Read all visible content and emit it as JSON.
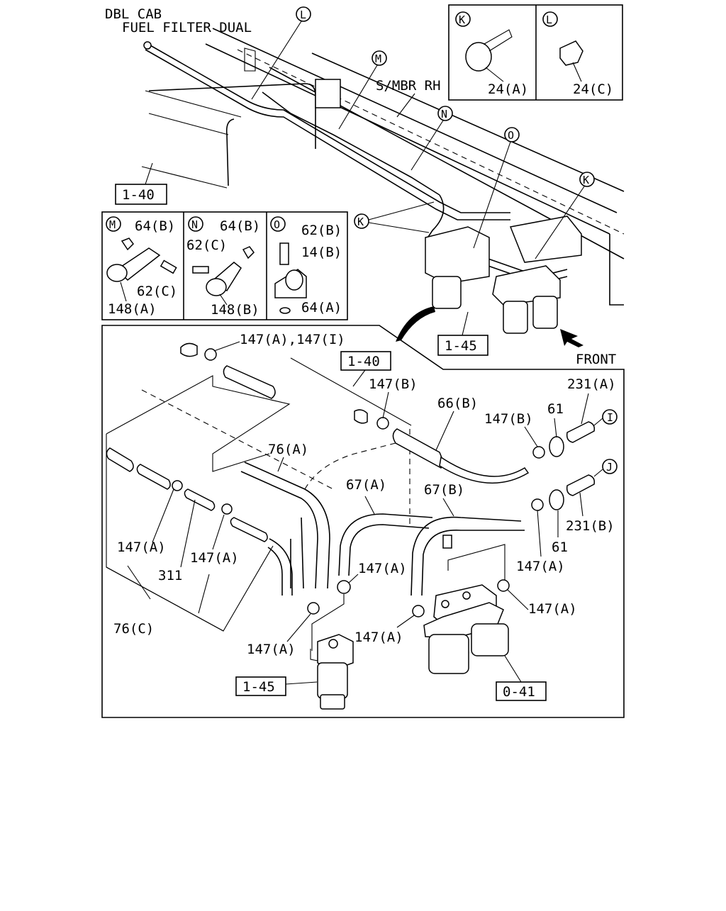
{
  "header": {
    "line1": "DBL CAB",
    "line2": "FUEL FILTER DUAL"
  },
  "labels": {
    "smbr": "S/MBR RH",
    "front": "FRONT",
    "ref_1_40_top": "1-40",
    "ref_1_45_top": "1-45",
    "ref_1_40_detail": "1-40",
    "ref_1_45_detail": "1-45",
    "ref_0_41": "0-41"
  },
  "callouts": {
    "K": "K",
    "L": "L",
    "M": "M",
    "N": "N",
    "O": "O",
    "I": "I",
    "J": "J"
  },
  "inset_K": {
    "letter": "K",
    "part": "24(A)"
  },
  "inset_L": {
    "letter": "L",
    "part": "24(C)"
  },
  "inset_M": {
    "letter": "M",
    "p1": "64(B)",
    "p2": "62(C)",
    "p3": "148(A)"
  },
  "inset_N": {
    "letter": "N",
    "p1": "64(B)",
    "p2": "62(C)",
    "p3": "148(B)"
  },
  "inset_O": {
    "letter": "O",
    "p1": "62(B)",
    "p2": "14(B)",
    "p3": "64(A)"
  },
  "parts": {
    "p147_ai": "147(A),147(I)",
    "p147b_1": "147(B)",
    "p66b": "66(B)",
    "p147b_2": "147(B)",
    "p61_1": "61",
    "p231a": "231(A)",
    "p76a": "76(A)",
    "p67a": "67(A)",
    "p67b": "67(B)",
    "p231b": "231(B)",
    "p61_2": "61",
    "p147a_l1": "147(A)",
    "p311": "311",
    "p147a_l2": "147(A)",
    "p147a_c1": "147(A)",
    "p147a_r1": "147(A)",
    "p147a_r2": "147(A)",
    "p76c": "76(C)",
    "p147a_b1": "147(A)",
    "p147a_b2": "147(A)"
  }
}
